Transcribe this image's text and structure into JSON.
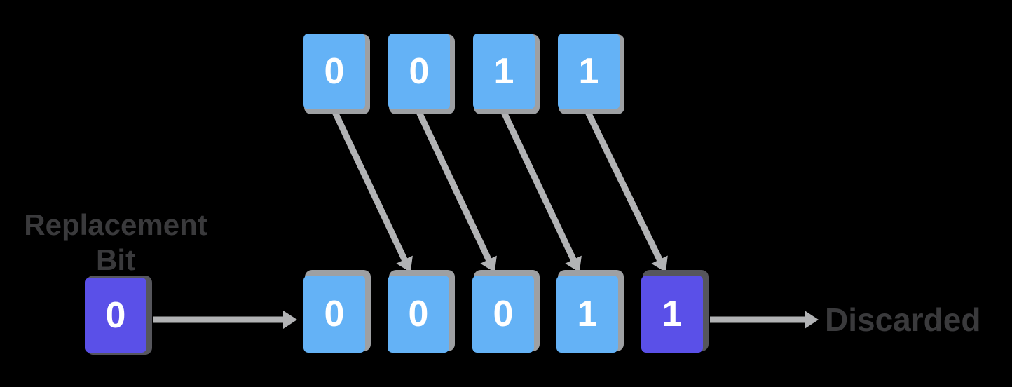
{
  "diagram": {
    "description_labels": {
      "replacement_line1": "Replacement",
      "replacement_line2": "Bit",
      "discarded": "Discarded"
    }
  },
  "labels": {
    "replacement_line1": "Replacement",
    "replacement_line2": "Bit",
    "discarded": "Discarded"
  },
  "cells": {
    "replacement": "0",
    "top": [
      "0",
      "0",
      "1",
      "1"
    ],
    "bottom": [
      "0",
      "0",
      "0",
      "1",
      "1"
    ]
  },
  "colors": {
    "cell_blue": "#64B2F6",
    "cell_purple": "#5A50E8",
    "frame_gray": "#9EA0A3",
    "frame_dark": "#56565C",
    "arrow_gray": "#B2B3B5",
    "label_text": "#3A3A3C",
    "digit": "#FFFFFF",
    "background": "#000000"
  }
}
